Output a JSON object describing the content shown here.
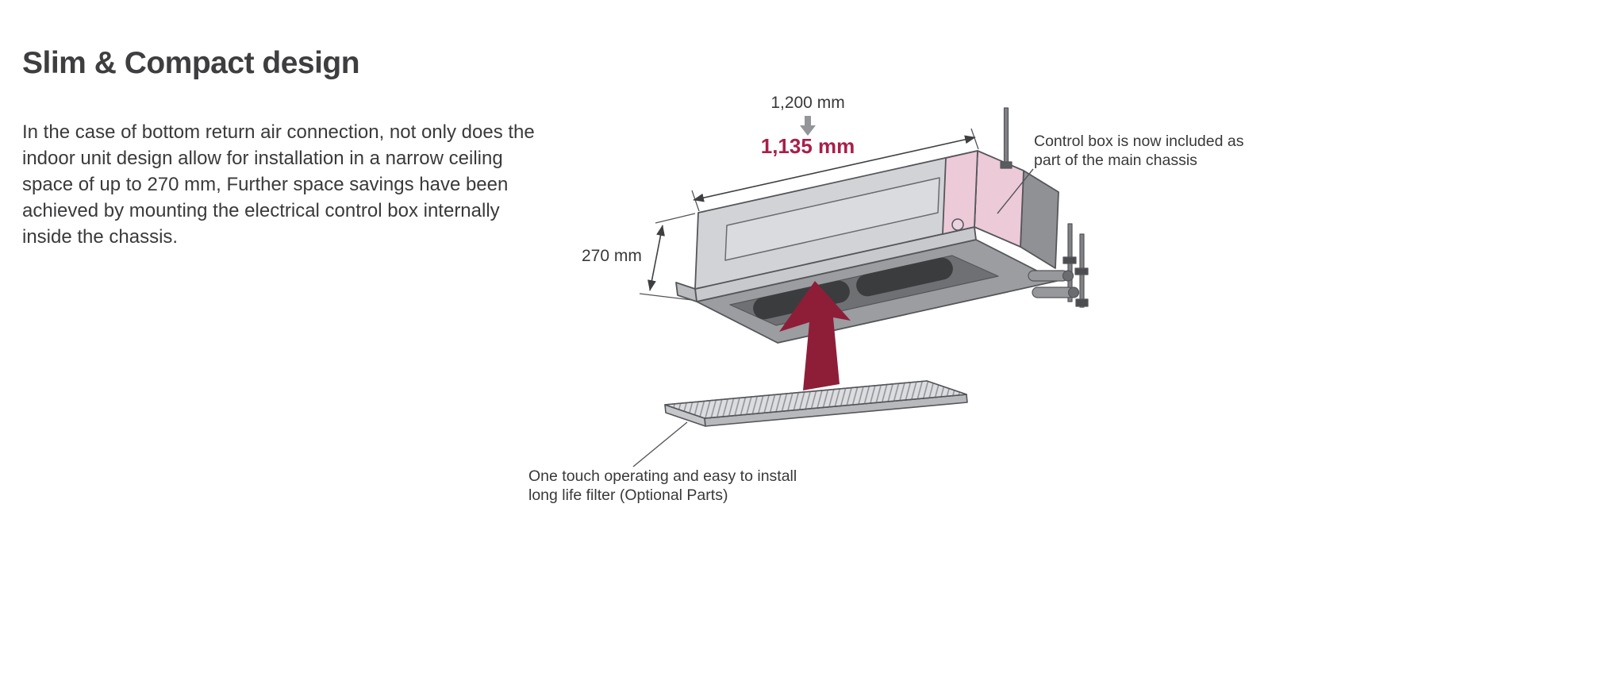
{
  "page": {
    "title": "Slim & Compact design",
    "body_lines": [
      "In the case of bottom return air connection, not only does the",
      "indoor unit design allow for installation in a narrow ceiling",
      "space of up to 270 mm, Further space savings have been",
      "achieved by mounting the electrical control box internally",
      "inside the chassis."
    ]
  },
  "diagram": {
    "dimensions": {
      "nominal_width": "1,200 mm",
      "actual_width": "1,135 mm",
      "height": "270 mm"
    },
    "annotations": {
      "control_box_line1": "Control box is now included as",
      "control_box_line2": "part of the main chassis",
      "filter_line1": "One touch operating and easy to install",
      "filter_line2": "long life filter (Optional Parts)"
    },
    "colors": {
      "accent_red": "#a8204a",
      "arrow_red": "#8e1e38",
      "highlight_pink": "#eccad8",
      "unit_gray": "#d2d3d6",
      "line_gray": "#55565a"
    }
  }
}
